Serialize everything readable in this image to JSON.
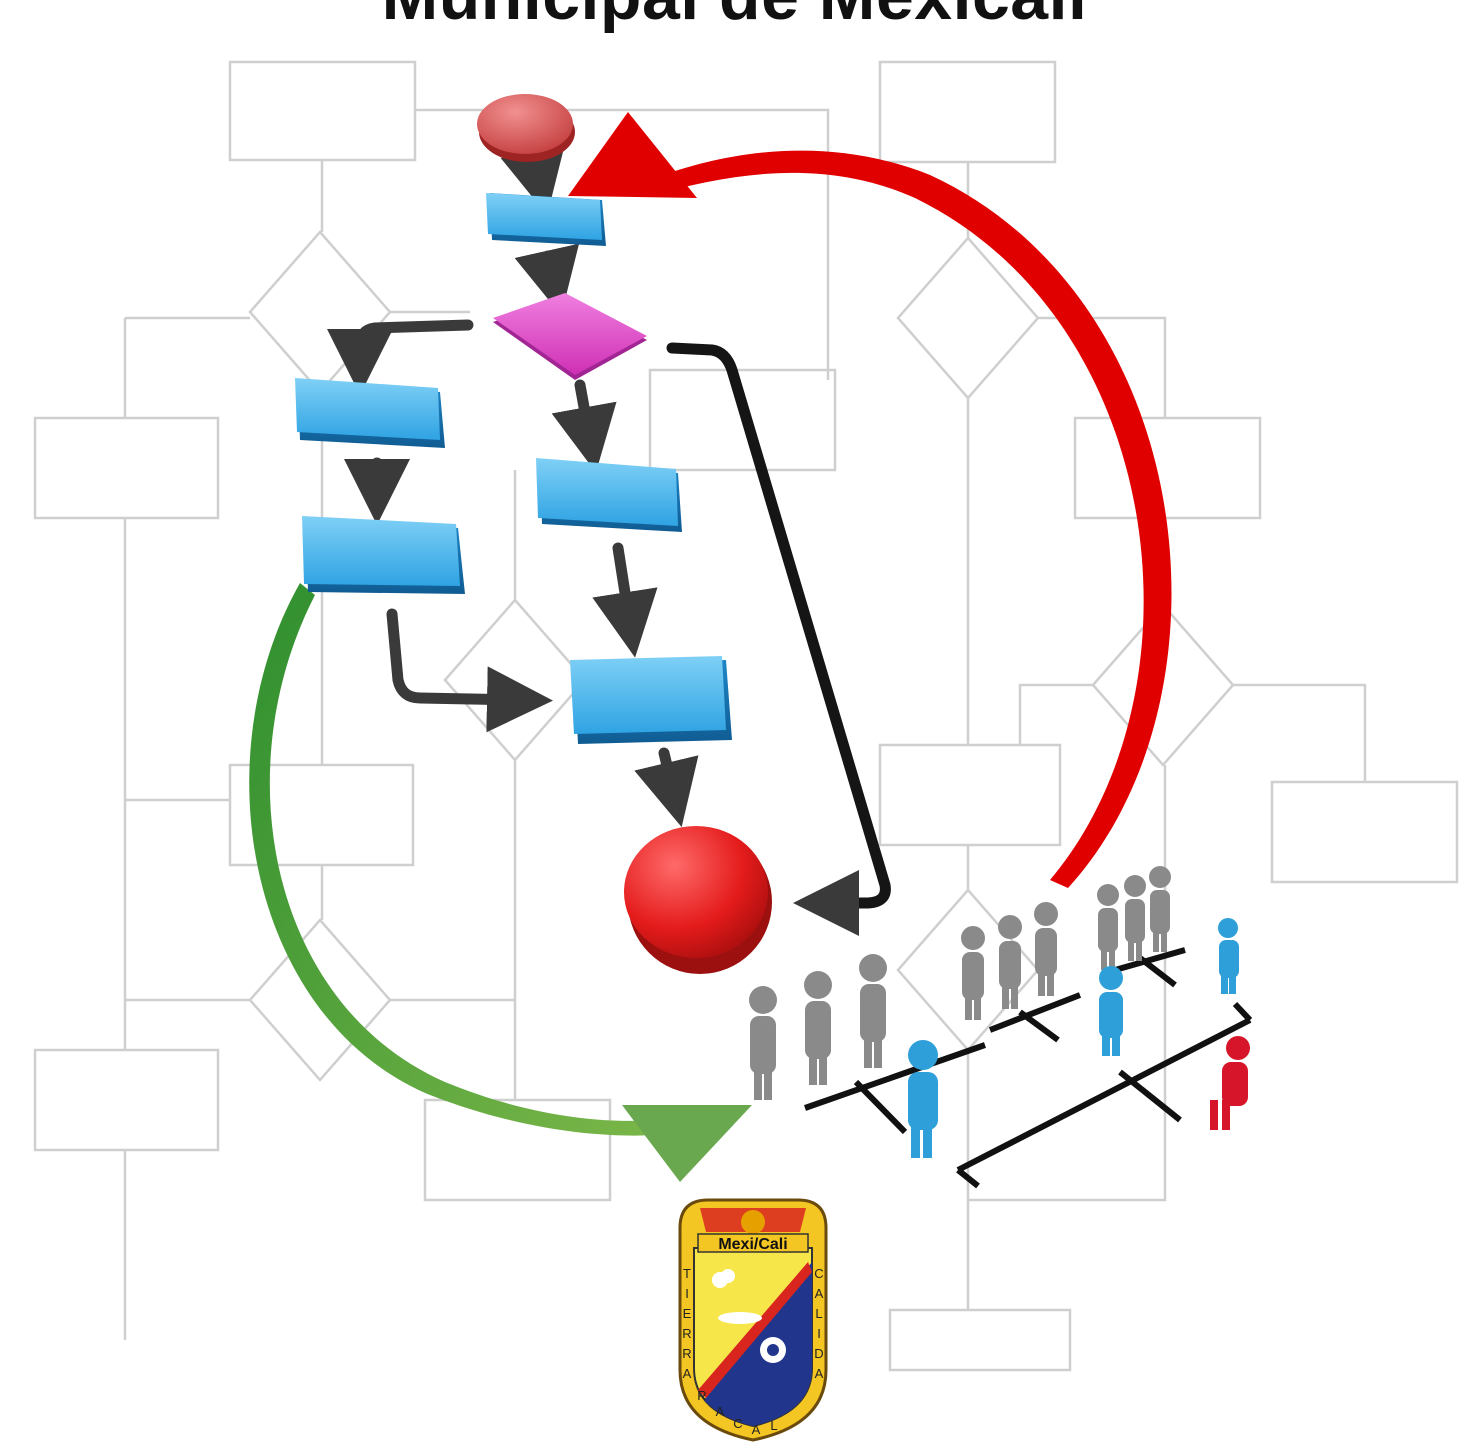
{
  "header": {
    "title": "Municipal de Mexicali"
  },
  "colors": {
    "background_flow": "#c9c9c9",
    "process_box": "#44ace6",
    "process_box_dark": "#1f7fbf",
    "decision": "#e455cc",
    "start_node": "#e05a5a",
    "end_node": "#e21d1d",
    "connector": "#3a3a3a",
    "feedback_arrow": "#e10000",
    "forward_arrow": "#52a33a",
    "person_gray": "#8a8a8a",
    "person_blue": "#2e9fd8",
    "person_red": "#d6152a"
  },
  "seal": {
    "top_text": "Mexi/Cali",
    "left_letters": [
      "T",
      "I",
      "E",
      "R",
      "R",
      "A"
    ],
    "right_letters": [
      "C",
      "A",
      "L",
      "I",
      "D",
      "A"
    ],
    "bottom_letters": [
      "R",
      "A",
      "C",
      "A",
      "L"
    ],
    "colors": {
      "gold": "#f3c623",
      "blue": "#22358c",
      "red": "#d8261f",
      "yellow_field": "#f7e64a"
    }
  }
}
